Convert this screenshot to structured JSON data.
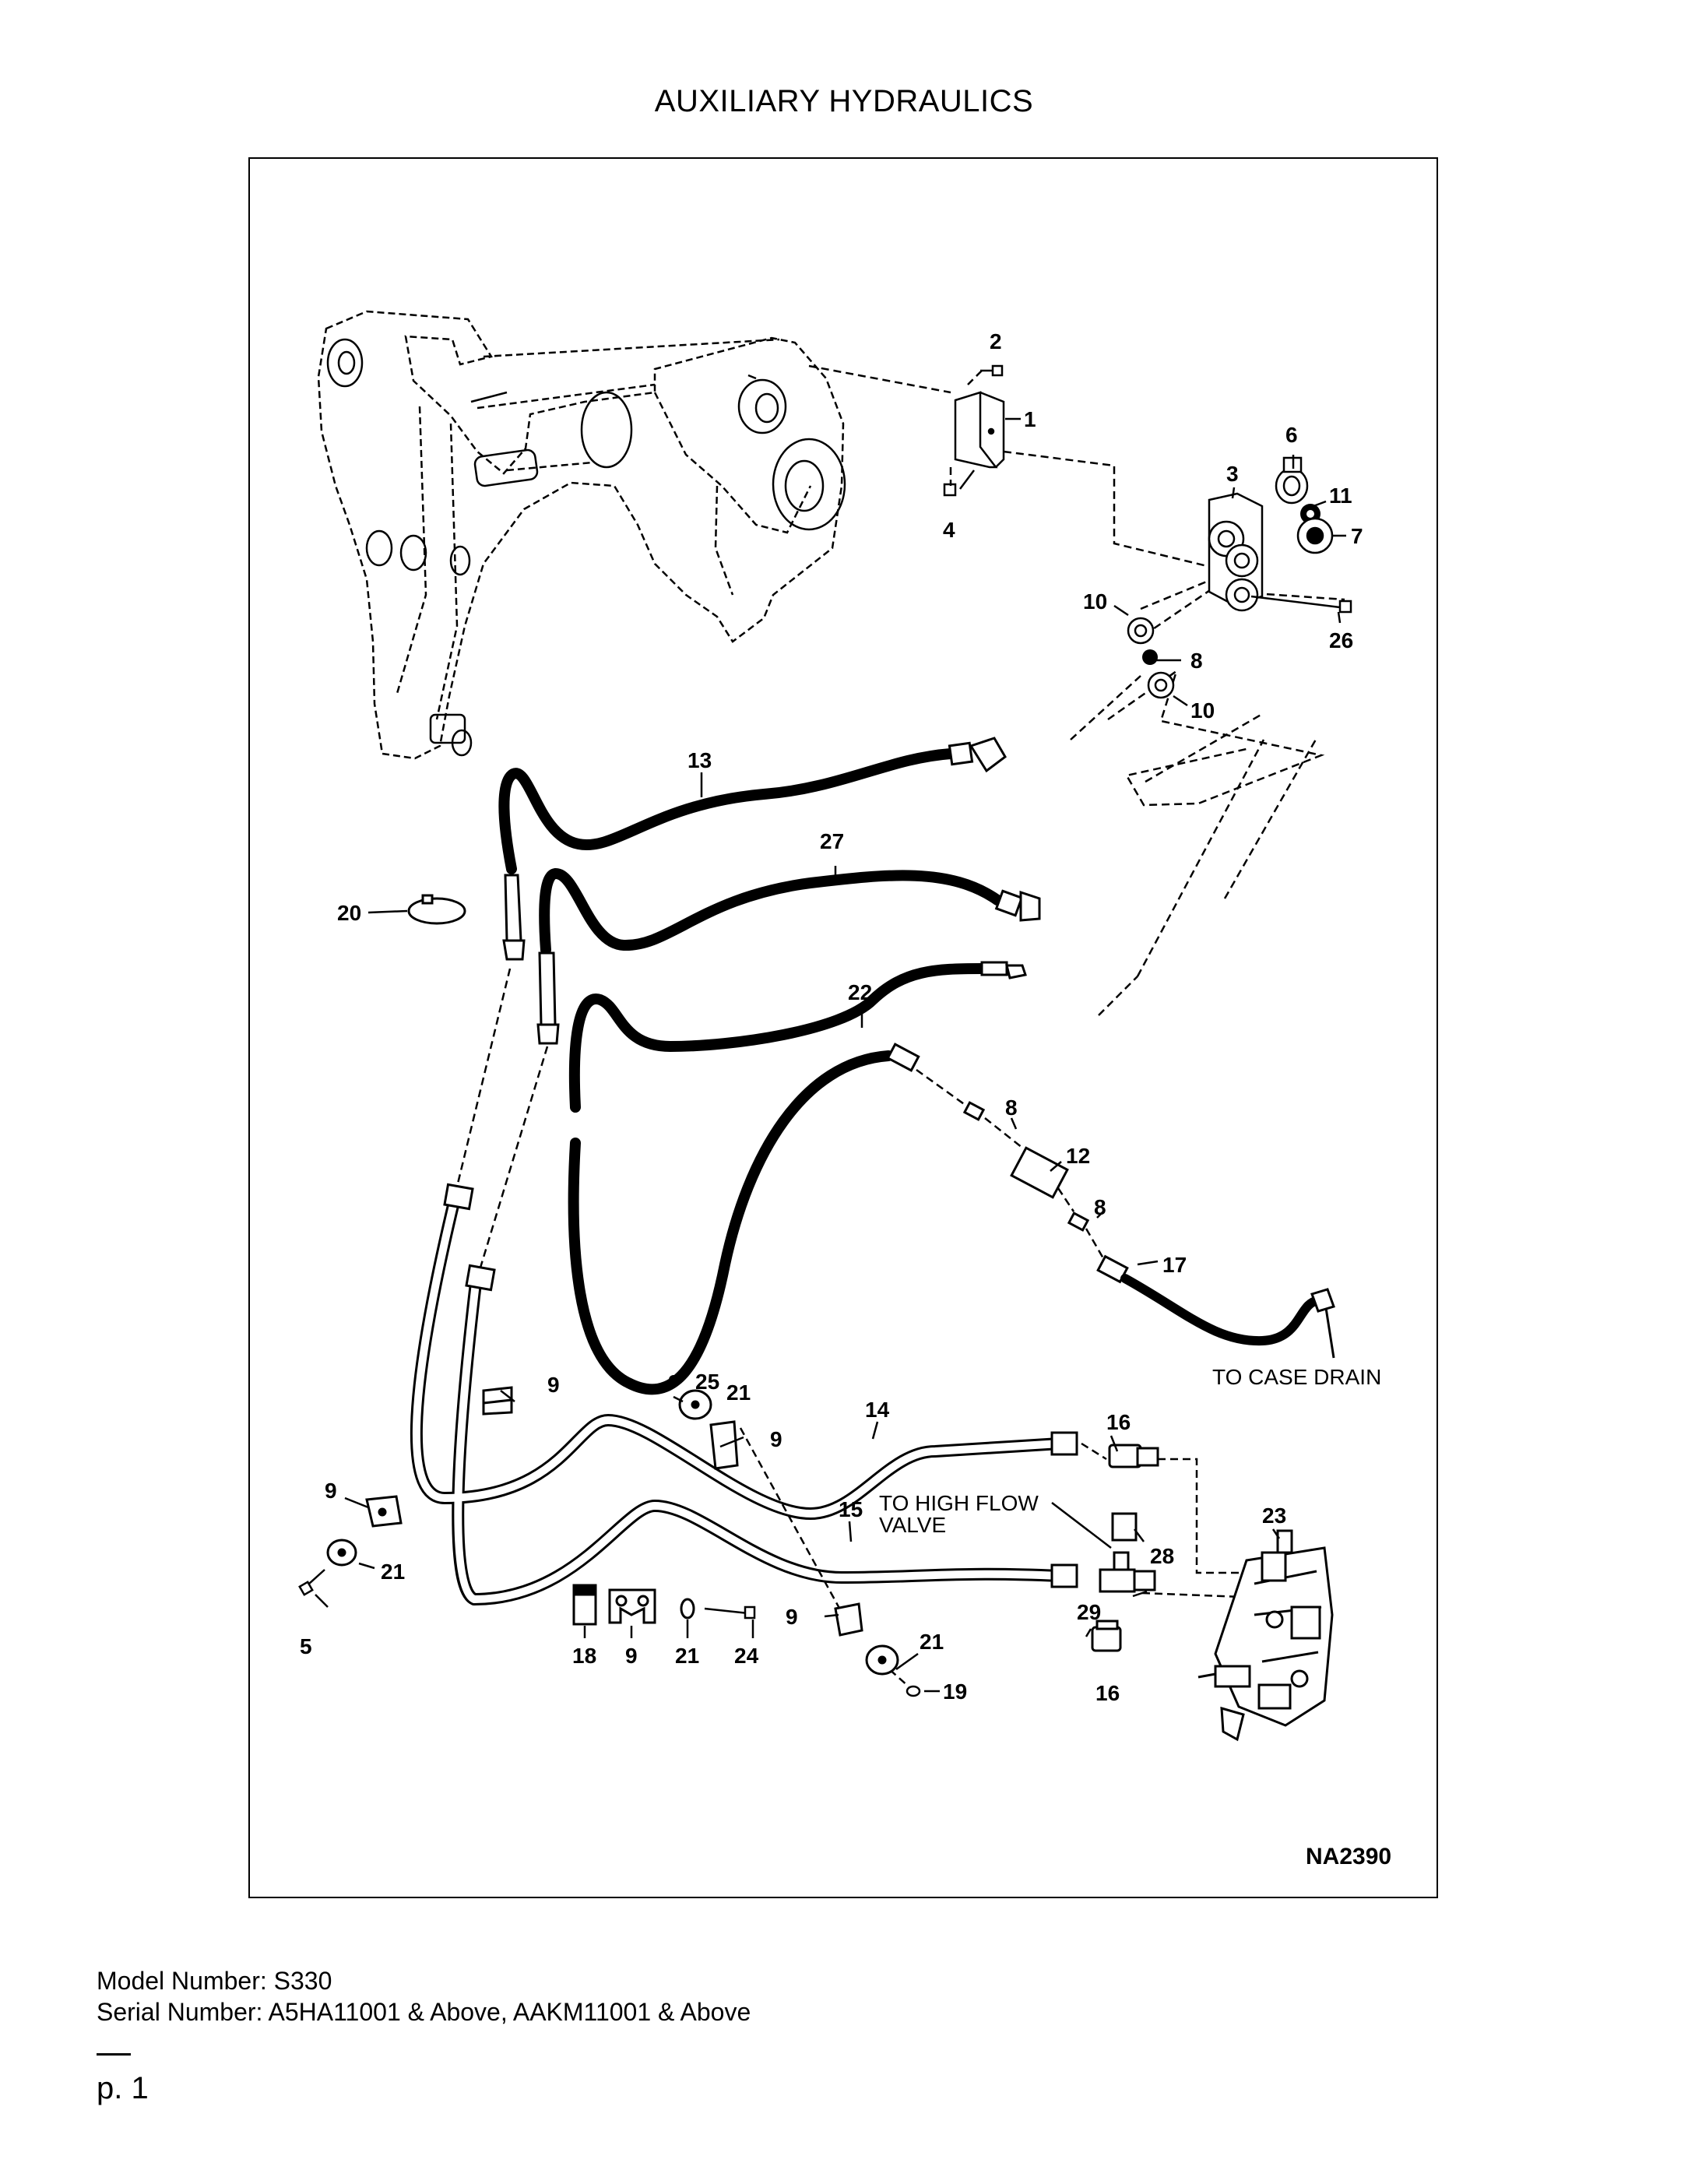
{
  "page": {
    "title": "AUXILIARY HYDRAULICS",
    "figure_id": "NA2390",
    "model_line": "Model Number: S330",
    "serial_line": "Serial Number: A5HA11001 & Above, AAKM11001 & Above",
    "page_number": "p. 1"
  },
  "callouts": {
    "c1": "1",
    "c2": "2",
    "c3": "3",
    "c4": "4",
    "c5": "5",
    "c6": "6",
    "c7": "7",
    "c8a": "8",
    "c8b": "8",
    "c8c": "8",
    "c9a": "9",
    "c9b": "9",
    "c9c": "9",
    "c9d": "9",
    "c9e": "9",
    "c10a": "10",
    "c10b": "10",
    "c11": "11",
    "c12": "12",
    "c13": "13",
    "c14": "14",
    "c15": "15",
    "c16a": "16",
    "c16b": "16",
    "c17": "17",
    "c18": "18",
    "c19": "19",
    "c20": "20",
    "c21a": "21",
    "c21b": "21",
    "c21c": "21",
    "c21d": "21",
    "c22": "22",
    "c23": "23",
    "c24": "24",
    "c25": "25",
    "c26": "26",
    "c27": "27",
    "c28": "28",
    "c29": "29"
  },
  "notes": {
    "case_drain": "TO CASE DRAIN",
    "high_flow_1": "TO HIGH FLOW",
    "high_flow_2": "VALVE"
  }
}
